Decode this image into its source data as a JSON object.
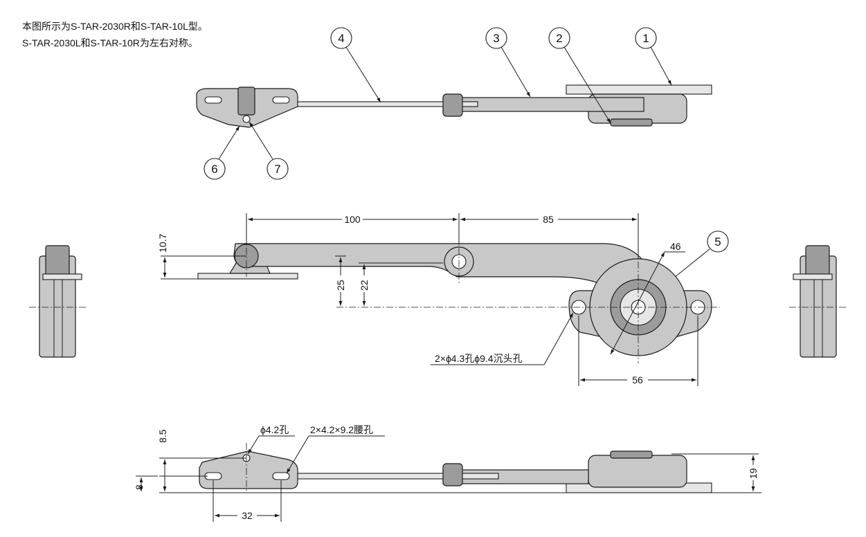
{
  "notes": {
    "line1": "本图所示为S-TAR-2030R和S-TAR-10L型。",
    "line2": "S-TAR-2030L和S-TAR-10R为左右对称。"
  },
  "callouts": [
    "1",
    "2",
    "3",
    "4",
    "5",
    "6",
    "7"
  ],
  "dimensions": {
    "d100": "100",
    "d85": "85",
    "d10_7": "10.7",
    "d25": "25",
    "d22": "22",
    "d46": "46",
    "d56": "56",
    "d8_5": "8.5",
    "d8": "8",
    "d32": "32",
    "d19": "19"
  },
  "labels": {
    "countersink": "2×ϕ4.3孔ϕ9.4沉头孔",
    "hole": "ϕ4.2孔",
    "slot": "2×4.2×9.2腰孔"
  }
}
